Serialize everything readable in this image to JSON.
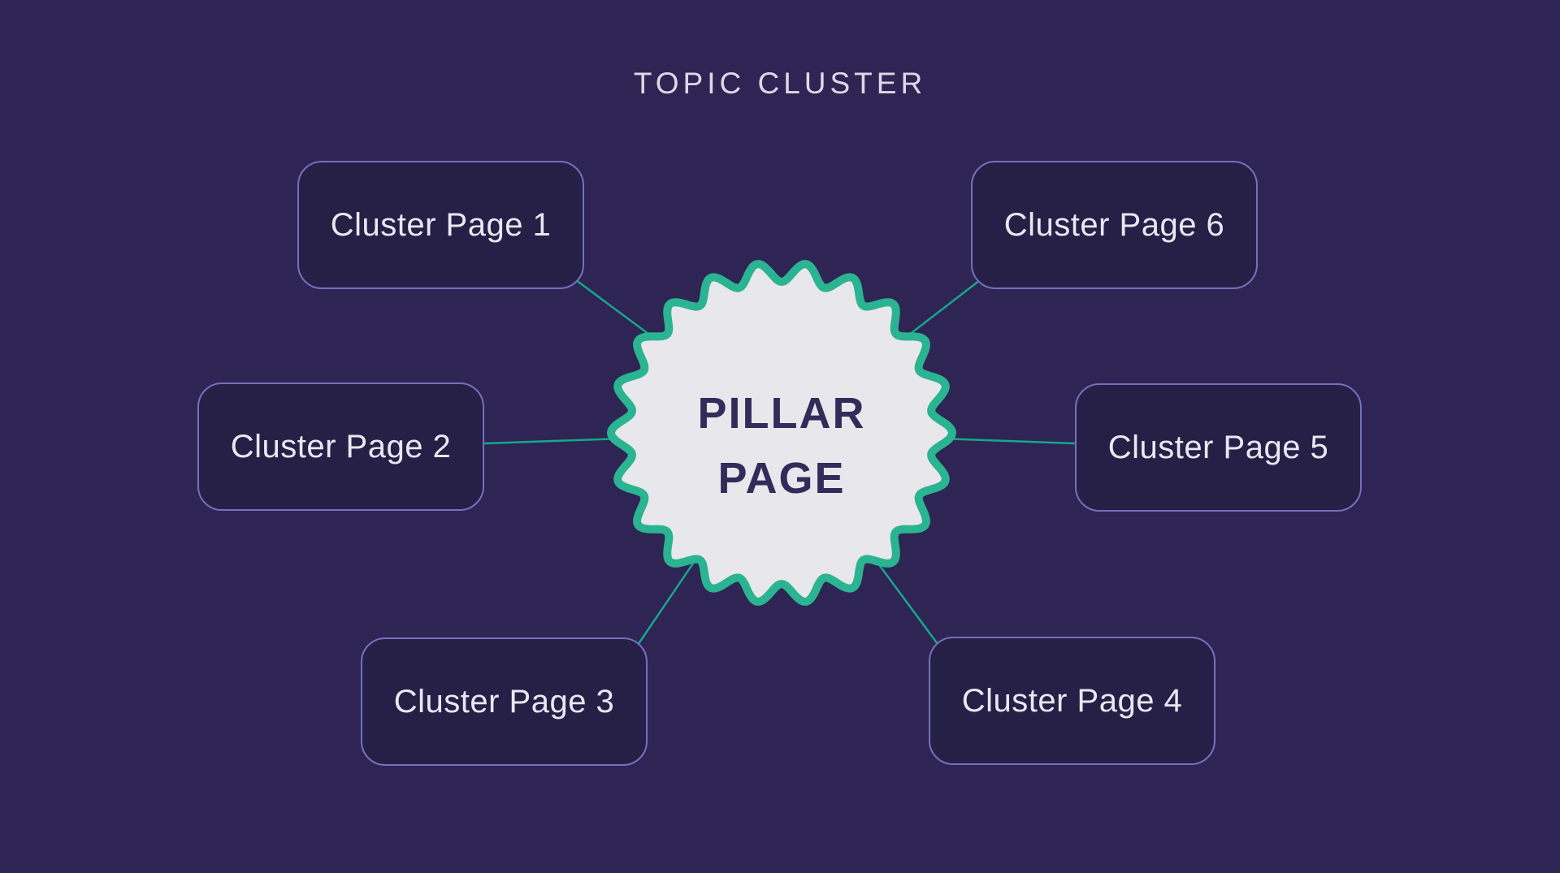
{
  "canvas": {
    "background": "#2e2554"
  },
  "title": {
    "text": "TOPIC CLUSTER",
    "color": "#dcd9e6"
  },
  "pillar": {
    "line1": "PILLAR",
    "line2": "PAGE",
    "text_color": "#332b59",
    "badge_fill": "#e8e7eb",
    "badge_ring_color": "#2ab491"
  },
  "connector": {
    "color": "#16a78b"
  },
  "box_style": {
    "fill": "#262047",
    "border_color": "#7470bd",
    "text_color": "#e9e7f0"
  },
  "clusters": [
    {
      "label": "Cluster Page 1"
    },
    {
      "label": "Cluster Page 2"
    },
    {
      "label": "Cluster Page 3"
    },
    {
      "label": "Cluster Page 4"
    },
    {
      "label": "Cluster Page 5"
    },
    {
      "label": "Cluster Page 6"
    }
  ]
}
